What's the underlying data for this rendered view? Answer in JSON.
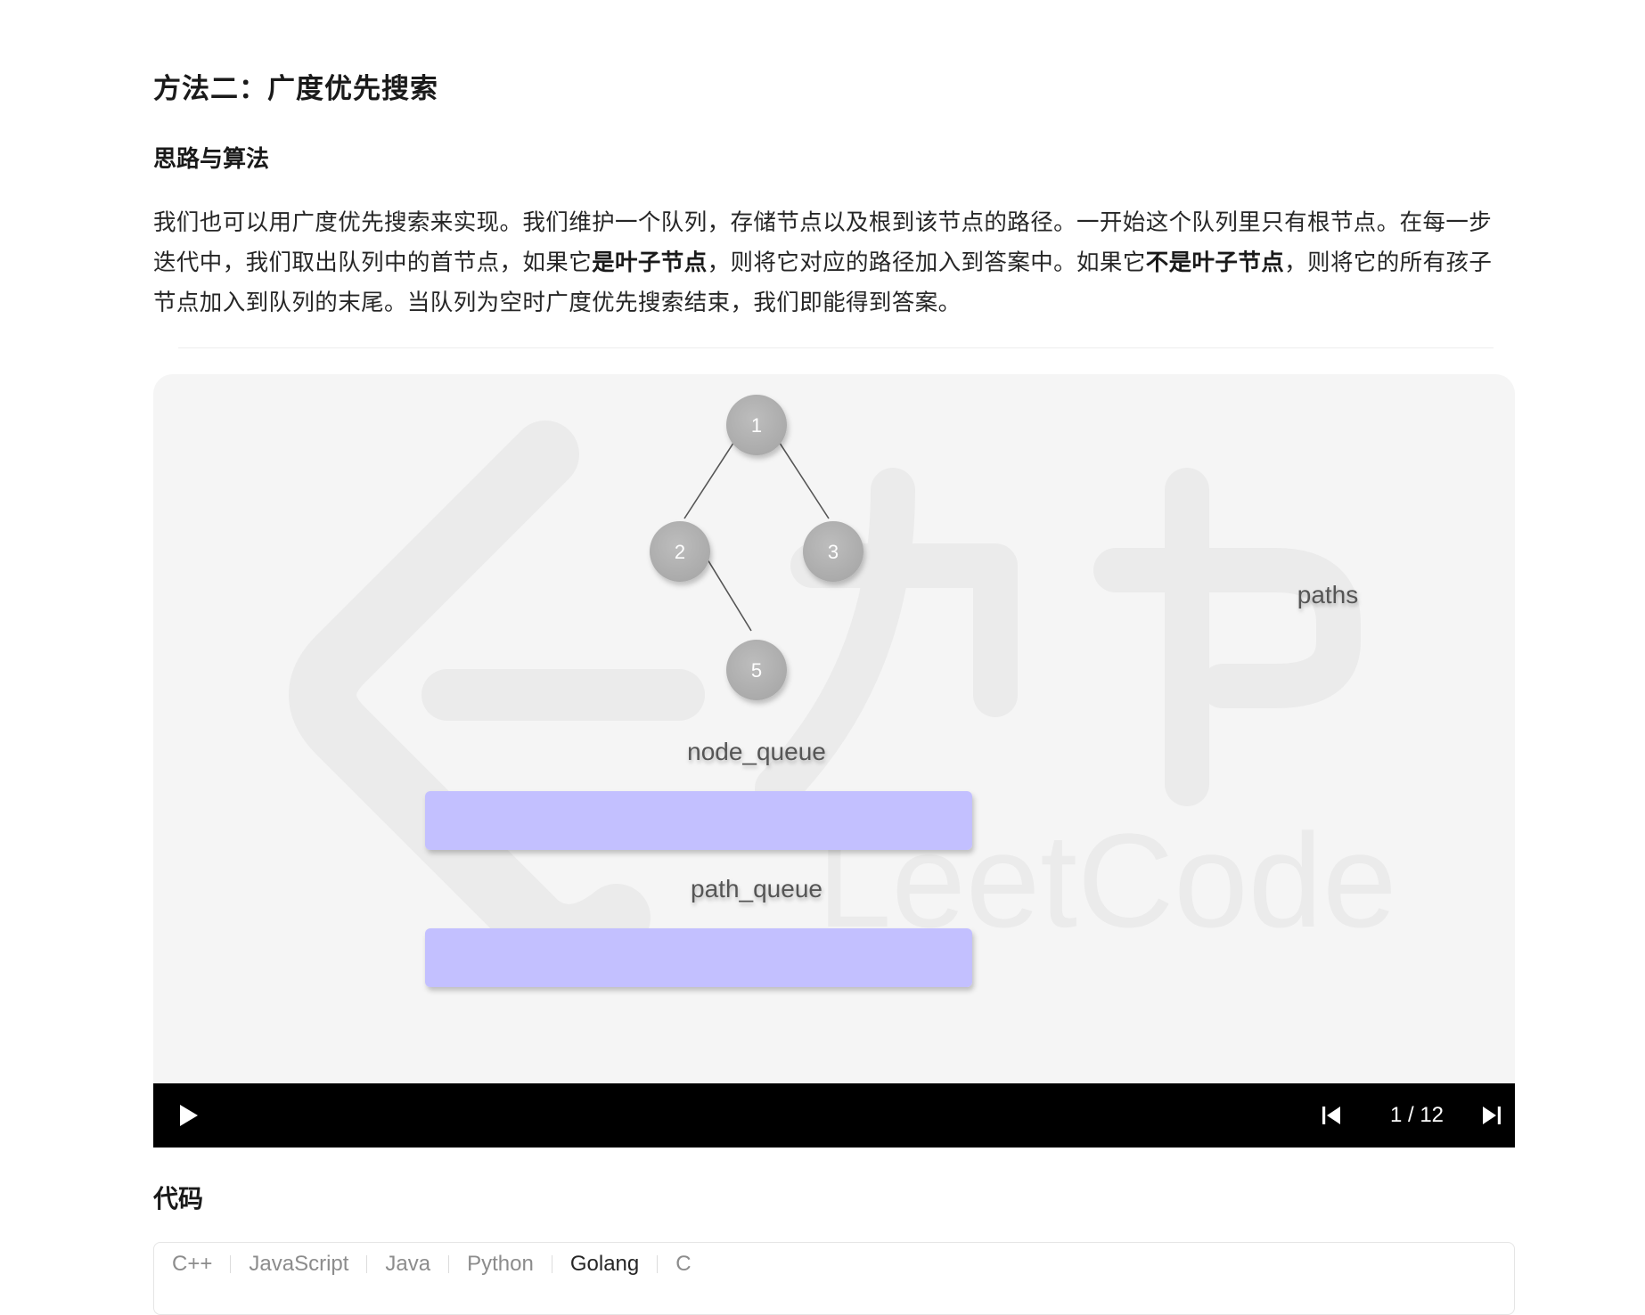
{
  "article": {
    "heading": "方法二：广度优先搜索",
    "subheading": "思路与算法",
    "paragraph": {
      "part1": "我们也可以用广度优先搜索来实现。我们维护一个队列，存储节点以及根到该节点的路径。一开始这个队列里只有根节点。在每一步迭代中，我们取出队列中的首节点，如果它",
      "bold1": "是叶子节点",
      "part2": "，则将它对应的路径加入到答案中。如果它",
      "bold2": "不是叶子节点",
      "part3": "，则将它的所有孩子节点加入到队列的末尾。当队列为空时广度优先搜索结束，我们即能得到答案。"
    }
  },
  "animation": {
    "tree_nodes": [
      "1",
      "2",
      "3",
      "5"
    ],
    "paths_label": "paths",
    "node_queue_label": "node_queue",
    "path_queue_label": "path_queue",
    "watermark_text": "LeetCode",
    "watermark_brand": "力扣",
    "queue_color": "#c3c0ff",
    "node_color": "#b3b3b3"
  },
  "player": {
    "play_icon": "play-icon",
    "prev_icon": "skip-previous-icon",
    "next_icon": "skip-next-icon",
    "page_indicator": "1 / 12"
  },
  "code_section": {
    "heading": "代码",
    "tabs": [
      "C++",
      "JavaScript",
      "Java",
      "Python",
      "Golang",
      "C"
    ],
    "active_tab": "Golang"
  }
}
